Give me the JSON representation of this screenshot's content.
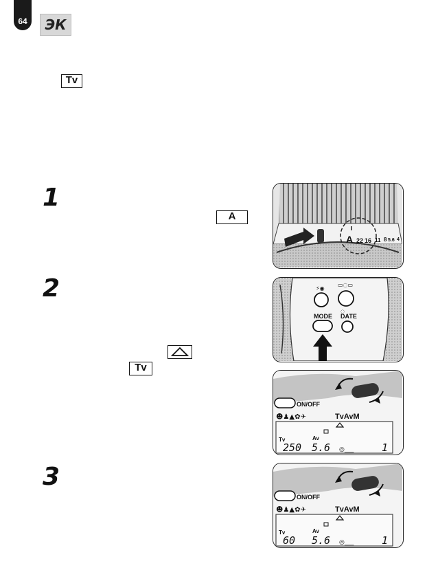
{
  "page": {
    "number": "64",
    "section_icon": "ЭК"
  },
  "mode_labels": {
    "tv": "Tv",
    "a": "A"
  },
  "steps": [
    "1",
    "2",
    "3"
  ],
  "lens": {
    "aperture_scale": [
      "A",
      "22",
      "16",
      "11",
      "8",
      "5.6",
      "4"
    ]
  },
  "camera_buttons": {
    "mode": "MODE",
    "date": "DATE"
  },
  "lcd_top": {
    "onoff": "ON/OFF",
    "mode_letters": "TvAvM",
    "tv_label": "Tv",
    "av_label": "Av",
    "shutter": "250",
    "aperture": "5.6",
    "frames": "1"
  },
  "lcd_bottom": {
    "onoff": "ON/OFF",
    "mode_letters": "TvAvM",
    "tv_label": "Tv",
    "av_label": "Av",
    "shutter": "60",
    "aperture": "5.6",
    "frames": "1"
  }
}
